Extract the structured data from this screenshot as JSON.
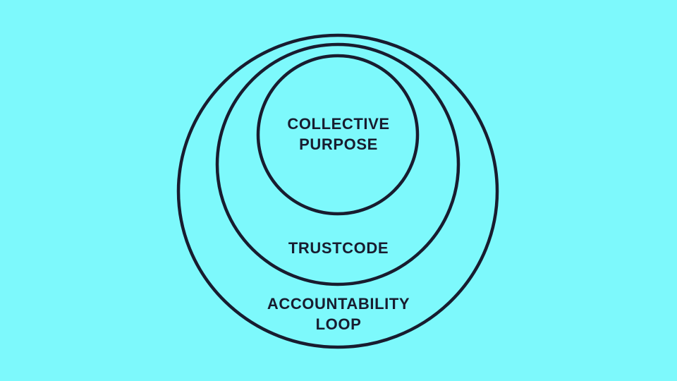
{
  "diagram": {
    "type": "nested-circles",
    "background_color": "#7DF9FC",
    "line_color": "#181C2F",
    "rings": [
      {
        "id": "inner",
        "name": "collective-purpose",
        "lines": [
          "COLLECTIVE",
          "PURPOSE"
        ]
      },
      {
        "id": "middle",
        "name": "trustcode",
        "lines": [
          "TRUSTCODE"
        ]
      },
      {
        "id": "outer",
        "name": "accountability-loop",
        "lines": [
          "ACCOUNTABILITY",
          "LOOP"
        ]
      }
    ]
  }
}
